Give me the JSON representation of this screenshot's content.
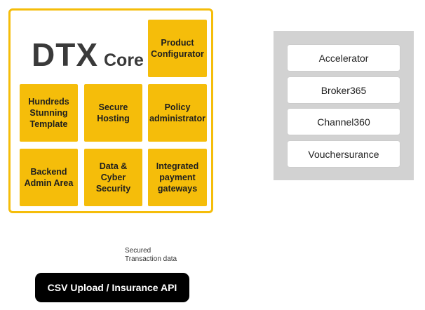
{
  "core": {
    "title_main": "DTX",
    "title_sub": "Core",
    "tiles": [
      "Product Configurator",
      "Hundreds Stunning Template",
      "Secure Hosting",
      "Policy administrator",
      "Backend Admin Area",
      "Data & Cyber Security",
      "Integrated payment gateways"
    ]
  },
  "products": {
    "items": [
      "Accelerator",
      "Broker365",
      "Channel360",
      "Vouchersurance"
    ]
  },
  "flow": {
    "label_line1": "Secured",
    "label_line2": "Transaction data",
    "api_label": "CSV Upload / Insurance API"
  },
  "colors": {
    "accent": "#f5bd0a",
    "products_panel": "#d2d2d2",
    "button": "#000000"
  }
}
